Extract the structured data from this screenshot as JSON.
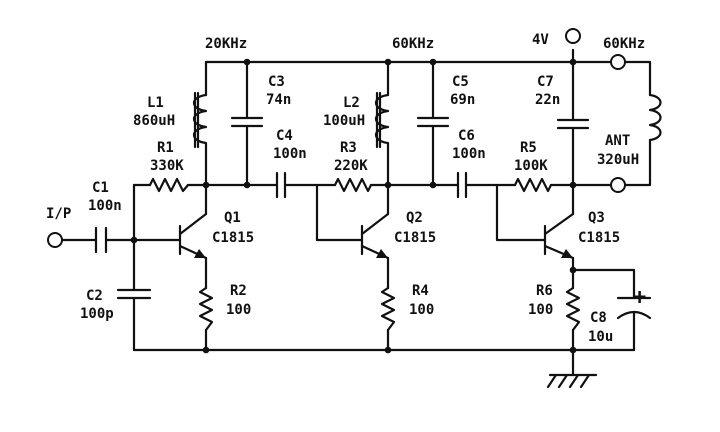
{
  "labels": {
    "freq_l1": "20KHz",
    "freq_l2": "60KHz",
    "freq_out": "60KHz",
    "vcc": "4V",
    "input": "I/P",
    "ant": "ANT",
    "ant_val": "320uH",
    "l1": "L1",
    "l1_val": "860uH",
    "l2": "L2",
    "l2_val": "100uH",
    "c1": "C1",
    "c1_val": "100n",
    "c2": "C2",
    "c2_val": "100p",
    "c3": "C3",
    "c3_val": "74n",
    "c4": "C4",
    "c4_val": "100n",
    "c5": "C5",
    "c5_val": "69n",
    "c6": "C6",
    "c6_val": "100n",
    "c7": "C7",
    "c7_val": "22n",
    "c8": "C8",
    "c8_val": "10u",
    "r1": "R1",
    "r1_val": "330K",
    "r2": "R2",
    "r2_val": "100",
    "r3": "R3",
    "r3_val": "220K",
    "r4": "R4",
    "r4_val": "100",
    "r5": "R5",
    "r5_val": "100K",
    "r6": "R6",
    "r6_val": "100",
    "q1": "Q1",
    "q1_val": "C1815",
    "q2": "Q2",
    "q2_val": "C1815",
    "q3": "Q3",
    "q3_val": "C1815",
    "plus": "+"
  }
}
